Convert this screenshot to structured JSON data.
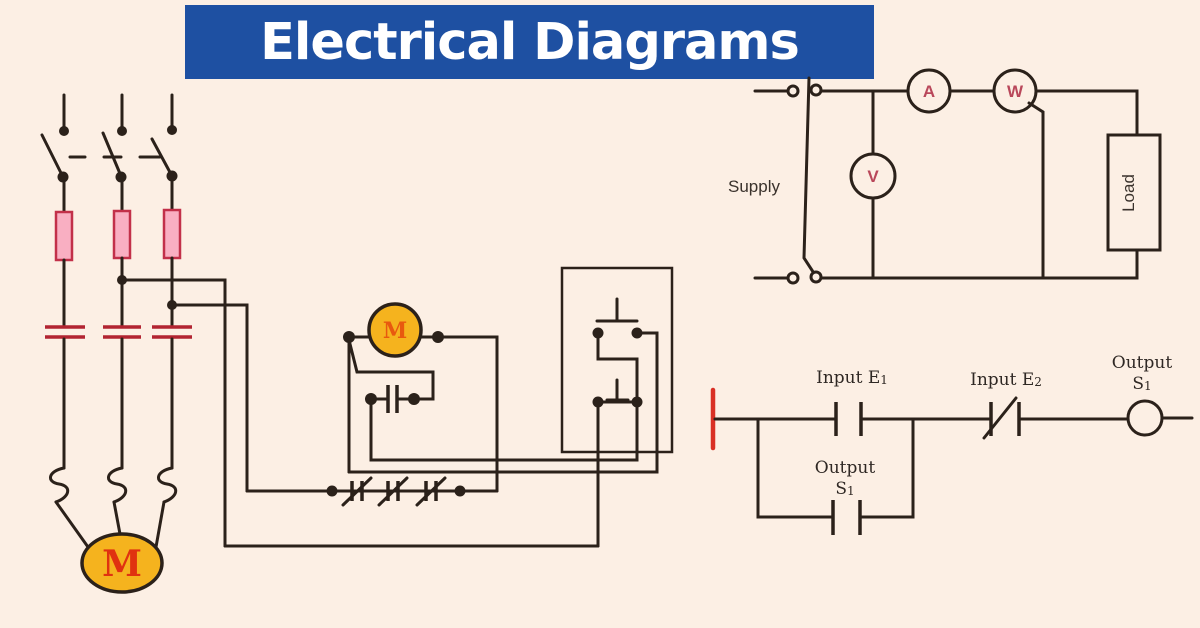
{
  "title": {
    "text": "Electrical Diagrams"
  },
  "colors": {
    "background": "#fcefe4",
    "banner_blue": "#1e50a2",
    "title_text": "#ffffff",
    "wire": "#2b211a",
    "contact_red": "#b22431",
    "fuse_fill": "#f9afc2",
    "fuse_border": "#c23049",
    "motor_yellow": "#f5b31e",
    "motor_letter_red": "#e03210",
    "coil_letter_orange": "#e8590f",
    "meter_letter_crimson": "#b9475a",
    "ladder_rail_red": "#d93025"
  },
  "power_circuit": {
    "motor_label": "M"
  },
  "control_circuit": {
    "coil_label": "M"
  },
  "meter_circuit": {
    "supply": "Supply",
    "load": "Load",
    "ammeter": "A",
    "wattmeter": "W",
    "voltmeter": "V"
  },
  "ladder": {
    "input_e1": {
      "base": "Input E",
      "sub": "1"
    },
    "input_e2": {
      "base": "Input E",
      "sub": "2"
    },
    "output_coil": {
      "line1": "Output",
      "base": "S",
      "sub": "1"
    },
    "output_branch": {
      "line1": "Output",
      "base": "S",
      "sub": "1"
    }
  }
}
